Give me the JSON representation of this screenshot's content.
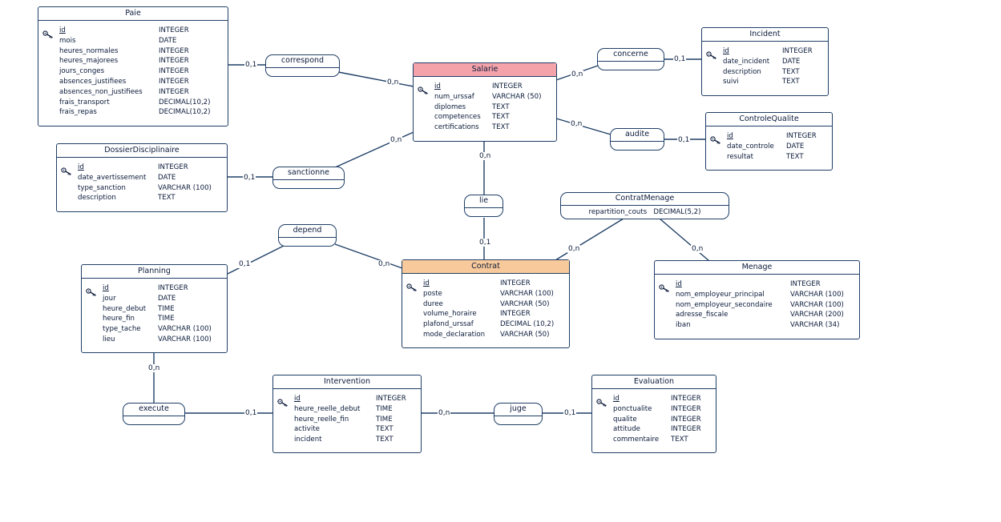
{
  "entities": {
    "paie": {
      "name": "Paie",
      "attrs": [
        {
          "n": "id",
          "t": "INTEGER"
        },
        {
          "n": "mois",
          "t": "DATE"
        },
        {
          "n": "heures_normales",
          "t": "INTEGER"
        },
        {
          "n": "heures_majorees",
          "t": "INTEGER"
        },
        {
          "n": "jours_conges",
          "t": "INTEGER"
        },
        {
          "n": "absences_justifiees",
          "t": "INTEGER"
        },
        {
          "n": "absences_non_justifiees",
          "t": "INTEGER"
        },
        {
          "n": "frais_transport",
          "t": "DECIMAL(10,2)"
        },
        {
          "n": "frais_repas",
          "t": "DECIMAL(10,2)"
        }
      ]
    },
    "salarie": {
      "name": "Salarie",
      "color": "#f4a3ab",
      "attrs": [
        {
          "n": "id",
          "t": "INTEGER"
        },
        {
          "n": "num_urssaf",
          "t": "VARCHAR (50)"
        },
        {
          "n": "diplomes",
          "t": "TEXT"
        },
        {
          "n": "competences",
          "t": "TEXT"
        },
        {
          "n": "certifications",
          "t": "TEXT"
        }
      ]
    },
    "incident": {
      "name": "Incident",
      "attrs": [
        {
          "n": "id",
          "t": "INTEGER"
        },
        {
          "n": "date_incident",
          "t": "DATE"
        },
        {
          "n": "description",
          "t": "TEXT"
        },
        {
          "n": "suivi",
          "t": "TEXT"
        }
      ]
    },
    "controle_qualite": {
      "name": "ControleQualite",
      "attrs": [
        {
          "n": "id",
          "t": "INTEGER"
        },
        {
          "n": "date_controle",
          "t": "DATE"
        },
        {
          "n": "resultat",
          "t": "TEXT"
        }
      ]
    },
    "dossier_disciplinaire": {
      "name": "DossierDisciplinaire",
      "attrs": [
        {
          "n": "id",
          "t": "INTEGER"
        },
        {
          "n": "date_avertissement",
          "t": "DATE"
        },
        {
          "n": "type_sanction",
          "t": "VARCHAR (100)"
        },
        {
          "n": "description",
          "t": "TEXT"
        }
      ]
    },
    "planning": {
      "name": "Planning",
      "attrs": [
        {
          "n": "id",
          "t": "INTEGER"
        },
        {
          "n": "jour",
          "t": "DATE"
        },
        {
          "n": "heure_debut",
          "t": "TIME"
        },
        {
          "n": "heure_fin",
          "t": "TIME"
        },
        {
          "n": "type_tache",
          "t": "VARCHAR (100)"
        },
        {
          "n": "lieu",
          "t": "VARCHAR (100)"
        }
      ]
    },
    "contrat": {
      "name": "Contrat",
      "color": "#f8c99a",
      "attrs": [
        {
          "n": "id",
          "t": "INTEGER"
        },
        {
          "n": "poste",
          "t": "VARCHAR (100)"
        },
        {
          "n": "duree",
          "t": "VARCHAR (50)"
        },
        {
          "n": "volume_horaire",
          "t": "INTEGER"
        },
        {
          "n": "plafond_urssaf",
          "t": "DECIMAL (10,2)"
        },
        {
          "n": "mode_declaration",
          "t": "VARCHAR (50)"
        }
      ]
    },
    "menage": {
      "name": "Menage",
      "attrs": [
        {
          "n": "id",
          "t": "INTEGER"
        },
        {
          "n": "nom_employeur_principal",
          "t": "VARCHAR (100)"
        },
        {
          "n": "nom_employeur_secondaire",
          "t": "VARCHAR (100)"
        },
        {
          "n": "adresse_fiscale",
          "t": "VARCHAR (200)"
        },
        {
          "n": "iban",
          "t": "VARCHAR (34)"
        }
      ]
    },
    "intervention": {
      "name": "Intervention",
      "attrs": [
        {
          "n": "id",
          "t": "INTEGER"
        },
        {
          "n": "heure_reelle_debut",
          "t": "TIME"
        },
        {
          "n": "heure_reelle_fin",
          "t": "TIME"
        },
        {
          "n": "activite",
          "t": "TEXT"
        },
        {
          "n": "incident",
          "t": "TEXT"
        }
      ]
    },
    "evaluation": {
      "name": "Evaluation",
      "attrs": [
        {
          "n": "id",
          "t": "INTEGER"
        },
        {
          "n": "ponctualite",
          "t": "INTEGER"
        },
        {
          "n": "qualite",
          "t": "INTEGER"
        },
        {
          "n": "attitude",
          "t": "INTEGER"
        },
        {
          "n": "commentaire",
          "t": "TEXT"
        }
      ]
    }
  },
  "associations": {
    "correspond": "correspond",
    "concerne": "concerne",
    "audite": "audite",
    "sanctionne": "sanctionne",
    "lie": "lie",
    "contrat_menage": {
      "name": "ContratMenage",
      "attr_name": "repartition_couts",
      "attr_type": "DECIMAL(5,2)"
    },
    "depend": "depend",
    "execute": "execute",
    "juge": "juge"
  },
  "cardinalities": {
    "paie_correspond": "0,1",
    "salarie_correspond": "0,n",
    "salarie_concerne": "0,n",
    "incident_concerne": "0,1",
    "salarie_audite": "0,n",
    "controle_audite": "0,1",
    "salarie_sanctionne": "0,n",
    "dossier_sanctionne": "0,1",
    "salarie_lie": "0,n",
    "contrat_lie": "0,1",
    "contrat_contratmenage": "0,n",
    "menage_contratmenage": "0,n",
    "planning_depend": "0,1",
    "contrat_depend": "0,n",
    "planning_execute": "0,n",
    "intervention_execute": "0,1",
    "intervention_juge": "0,n",
    "evaluation_juge": "0,1"
  },
  "colors": {
    "line": "#1f3f66",
    "salarie_header": "#f4a3ab",
    "contrat_header": "#f8c99a"
  },
  "icons": {
    "primary_key": "key-icon"
  }
}
